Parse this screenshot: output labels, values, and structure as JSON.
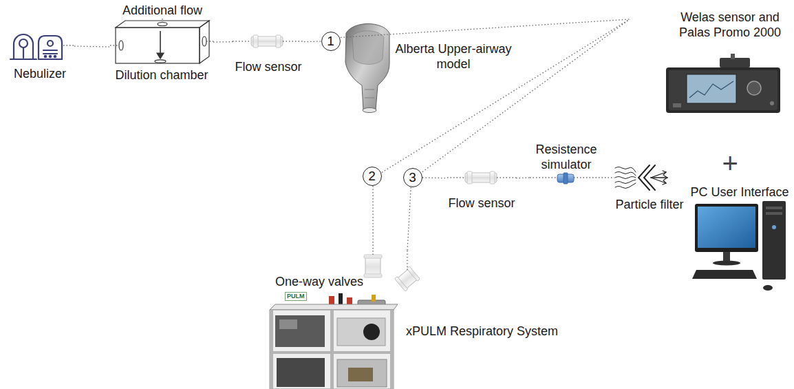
{
  "diagram": {
    "nodes": [
      {
        "text": [
          "Nebulizer"
        ]
      },
      {
        "text": [
          "Dilution chamber"
        ]
      },
      {
        "text": [
          "Flow sensor"
        ]
      },
      {
        "text": [
          "1"
        ]
      },
      {
        "text": [
          "Alberta Upper-airway model"
        ]
      },
      {
        "text": [
          "Welas sensor and Palas Promo 2000"
        ]
      },
      {
        "text": [
          "2"
        ]
      },
      {
        "text": [
          "3"
        ]
      },
      {
        "text": [
          "Resistence simulator"
        ]
      },
      {
        "text": [
          "Flow sensor"
        ]
      },
      {
        "text": [
          "Particle filter"
        ]
      },
      {
        "text": [
          "PC User Interface"
        ]
      },
      {
        "text": [
          "One-way valves"
        ]
      },
      {
        "text": [
          "xPULM Respiratory System"
        ]
      }
    ],
    "edges": [
      {
        "from": 0,
        "to": 1,
        "arrow": "none"
      },
      {
        "from": 1,
        "to": 2,
        "arrow": "none"
      },
      {
        "from": 2,
        "to": 3,
        "arrow": "none"
      },
      {
        "from": 3,
        "to": 5,
        "arrow": "none"
      },
      {
        "from": 6,
        "to": 5,
        "arrow": "none"
      },
      {
        "from": 7,
        "to": 5,
        "arrow": "none"
      },
      {
        "from": 6,
        "to": 12,
        "arrow": "none"
      },
      {
        "from": 7,
        "to": 12,
        "arrow": "none"
      },
      {
        "from": 7,
        "to": 9,
        "arrow": "none"
      },
      {
        "from": 9,
        "to": 8,
        "arrow": "none"
      },
      {
        "from": 8,
        "to": 10,
        "arrow": "none"
      }
    ],
    "labels": [
      "Additional flow",
      "+",
      "PULM"
    ]
  }
}
